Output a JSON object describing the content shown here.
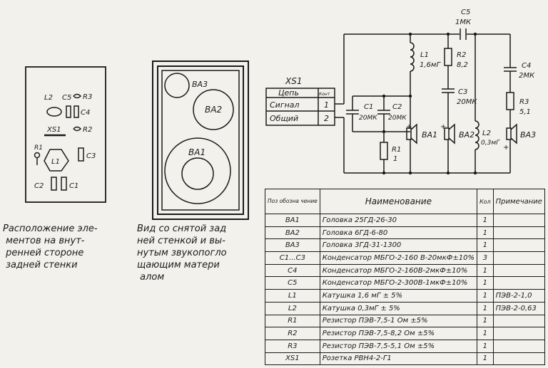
{
  "captions": {
    "left": "Расположение эле-\n ментов на внут-\n ренней стороне\n задней стенки",
    "middle": "Вид со снятой зад\nней стенкой и вы-\nнутым звукопогло\nщающим матери\n алом"
  },
  "back_panel_labels": {
    "l2": "L2",
    "c5": "C5",
    "r3": "R3",
    "c4": "C4",
    "xs1": "XS1",
    "r2": "R2",
    "r1": "R1",
    "l1": "L1",
    "c3": "C3",
    "c2": "C2",
    "c1": "C1"
  },
  "cabinet_labels": {
    "ba3": "ВА3",
    "ba2": "ВА2",
    "ba1": "ВА1"
  },
  "schematic": {
    "connector_name": "XS1",
    "connector_header": [
      "Цепь",
      "Конт"
    ],
    "connector_rows": [
      {
        "name": "Сигнал",
        "pin": "1"
      },
      {
        "name": "Общий",
        "pin": "2"
      }
    ],
    "labels": {
      "c5": "C5",
      "c5_val": "1МК",
      "l1": "L1",
      "l1_val": "1,6мГ",
      "r2": "R2",
      "r2_val": "8,2",
      "c4": "C4",
      "c4_val": "2МК",
      "c1": "C1",
      "c1_val": "20МК",
      "c2": "C2",
      "c2_val": "20МК",
      "c3": "C3",
      "c3_val": "20МК",
      "r3": "R3",
      "r3_val": "5,1",
      "r1": "R1",
      "r1_val": "1",
      "ba1": "ВА1",
      "ba2": "ВА2",
      "ba3": "ВА3",
      "l2": "L2",
      "l2_val": "0,3мГ"
    }
  },
  "bom": {
    "headers": [
      "Поз обозна чение",
      "Наименование",
      "Кол",
      "Примечание"
    ],
    "rows": [
      [
        "ВА1",
        "Головка 25ГД-26-30",
        "1",
        ""
      ],
      [
        "ВА2",
        "Головка 6ГД-6-80",
        "1",
        ""
      ],
      [
        "ВА3",
        "Головка 3ГД-31-1300",
        "1",
        ""
      ],
      [
        "С1...С3",
        "Конденсатор МБГО-2-160 В-20мкФ±10%",
        "3",
        ""
      ],
      [
        "С4",
        "Конденсатор МБГО-2-160В-2мкФ±10%",
        "1",
        ""
      ],
      [
        "С5",
        "Конденсатор МБГО-2-300В-1мкФ±10%",
        "1",
        ""
      ],
      [
        "L1",
        "Катушка 1,6 мГ ± 5%",
        "1",
        "ПЭВ-2-1,0"
      ],
      [
        "L2",
        "Катушка 0,3мГ ± 5%",
        "1",
        "ПЭВ-2-0,63"
      ],
      [
        "R1",
        "Резистор ПЭВ-7,5-1 Ом ±5%",
        "1",
        ""
      ],
      [
        "R2",
        "Резистор ПЭВ-7,5-8,2 Ом ±5%",
        "1",
        ""
      ],
      [
        "R3",
        "Резистор ПЭВ-7,5-5,1 Ом ±5%",
        "1",
        ""
      ],
      [
        "XS1",
        "Розетка РВН4-2-Г1",
        "1",
        ""
      ]
    ]
  }
}
